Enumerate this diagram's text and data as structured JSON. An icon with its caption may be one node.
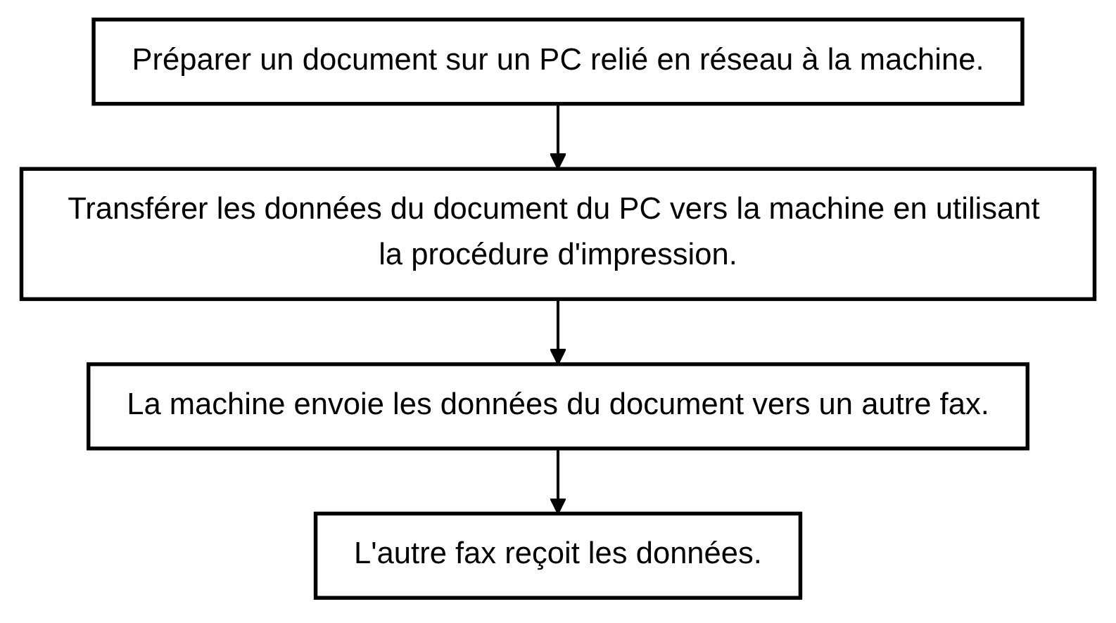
{
  "diagram": {
    "nodes": [
      {
        "text": [
          "Préparer un document sur un PC relié en réseau à la machine."
        ]
      },
      {
        "text": [
          "Transférer les données du document du PC vers la machine en utilisant la procédure d'impression."
        ]
      },
      {
        "text": [
          "La machine envoie les données du document vers un autre fax."
        ]
      },
      {
        "text": [
          "L'autre fax reçoit les données."
        ]
      }
    ],
    "edges": [
      {
        "from": 0,
        "to": 1,
        "arrow": "to"
      },
      {
        "from": 1,
        "to": 2,
        "arrow": "to"
      },
      {
        "from": 2,
        "to": 3,
        "arrow": "to"
      }
    ]
  }
}
